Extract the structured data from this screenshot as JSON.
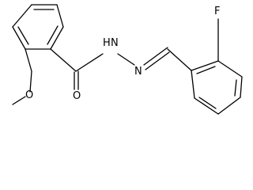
{
  "structure": {
    "atoms": {
      "f": "F",
      "o_carbonyl": "O",
      "o_methoxy": "O",
      "n_amide": "N",
      "h_amide": "H",
      "n_imine": "N"
    },
    "line_color": "#000000"
  }
}
